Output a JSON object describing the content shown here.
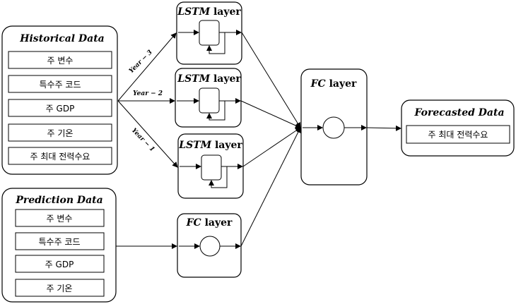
{
  "historical": {
    "title": "Historical Data",
    "items": [
      "주 변수",
      "특수주 코드",
      "주 GDP",
      "주 기온",
      "주 최대 전력수요"
    ]
  },
  "prediction": {
    "title": "Prediction Data",
    "items": [
      "주 변수",
      "특수주 코드",
      "주 GDP",
      "주 기온"
    ]
  },
  "lstm_blocks": [
    {
      "title_italic": "LSTM",
      "title_rest": " layer"
    },
    {
      "title_italic": "LSTM",
      "title_rest": " layer"
    },
    {
      "title_italic": "LSTM",
      "title_rest": " layer"
    }
  ],
  "edge_labels": [
    "Year − 3",
    "Year − 2",
    "Year − 1"
  ],
  "fc_main": {
    "title_italic": "FC",
    "title_rest": " layer"
  },
  "fc_pred": {
    "title_italic": "FC",
    "title_rest": " layer"
  },
  "forecast": {
    "title": "Forecasted Data",
    "item": "주 최대 전력수요"
  }
}
